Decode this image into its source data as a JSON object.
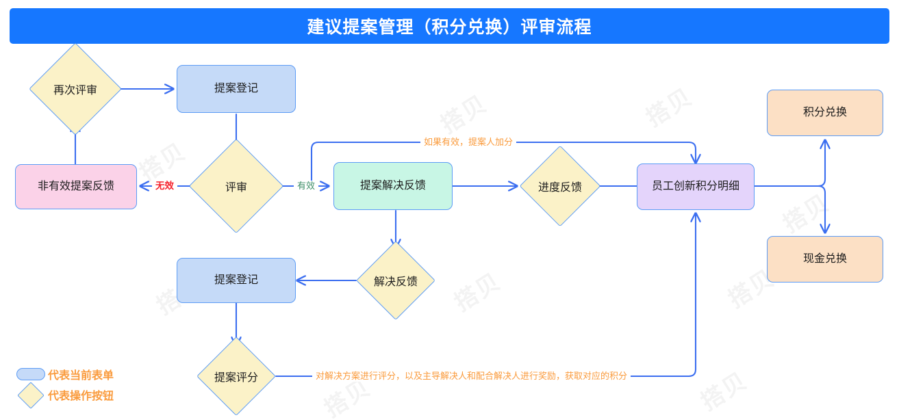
{
  "title": "建议提案管理（积分兑换）评审流程",
  "watermark_text": "搭贝",
  "colors": {
    "banner": "#1677ff",
    "edge": "#3b6ef0",
    "form_box": "#c5daf8",
    "action_diamond": "#fbf2c8",
    "pink_box": "#fbd2e8",
    "mint_box": "#c8f6e5",
    "purple_box": "#e4d4fb",
    "peach_box": "#fce0c5",
    "label_orange": "#fa9b3d",
    "label_red": "#f5222d",
    "label_green": "#3f8f68"
  },
  "nodes": {
    "recheck": "再次评审",
    "register_top": "提案登记",
    "invalid_feedback": "非有效提案反馈",
    "review": "评审",
    "solution_feedback": "提案解决反馈",
    "progress_feedback": "进度反馈",
    "points_detail": "员工创新积分明细",
    "points_exchange": "积分兑换",
    "cash_exchange": "现金兑换",
    "resolve_feedback": "解决反馈",
    "register_bottom": "提案登记",
    "proposal_score": "提案评分"
  },
  "edge_labels": {
    "invalid": "无效",
    "valid": "有效",
    "bonus": "如果有效，提案人加分",
    "scoring": "对解决方案进行评分，以及主导解决人和配合解决人进行奖励，获取对应的积分"
  },
  "legend": {
    "form_label": "代表当前表单",
    "action_label": "代表操作按钮"
  }
}
